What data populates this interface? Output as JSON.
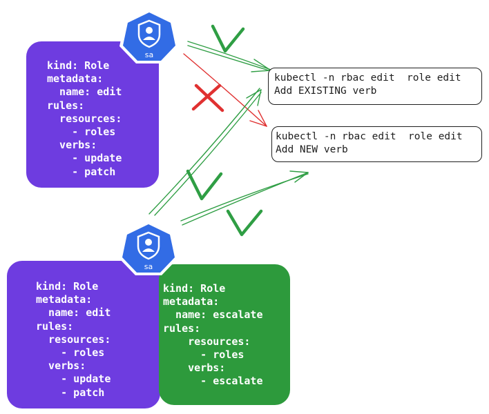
{
  "role_top": {
    "lines": [
      "kind: Role",
      "metadata:",
      "  name: edit",
      "rules:",
      "  resources:",
      "    - roles",
      "  verbs:",
      "    - update",
      "    - patch"
    ]
  },
  "role_bottom_left": {
    "lines": [
      "kind: Role",
      "metadata:",
      "  name: edit",
      "rules:",
      "  resources:",
      "    - roles",
      "  verbs:",
      "    - update",
      "    - patch"
    ]
  },
  "role_bottom_right": {
    "lines": [
      "kind: Role",
      "metadata:",
      "  name: escalate",
      "rules:",
      "    resources:",
      "      - roles",
      "    verbs:",
      "      - escalate"
    ]
  },
  "cmd_existing": {
    "line1": "kubectl -n rbac edit  role edit",
    "line2": "Add EXISTING verb"
  },
  "cmd_new": {
    "line1": "kubectl -n rbac edit  role edit",
    "line2": "Add NEW verb"
  },
  "sa_badge_top": {
    "label": "sa",
    "icon": "service-account-icon"
  },
  "sa_badge_bottom": {
    "label": "sa",
    "icon": "service-account-icon"
  },
  "colors": {
    "purple": "#6e3ce0",
    "green_box": "#2d9a3c",
    "k8s_blue": "#326ce5",
    "arrow_green": "#2f9e44",
    "arrow_red": "#e03131"
  }
}
